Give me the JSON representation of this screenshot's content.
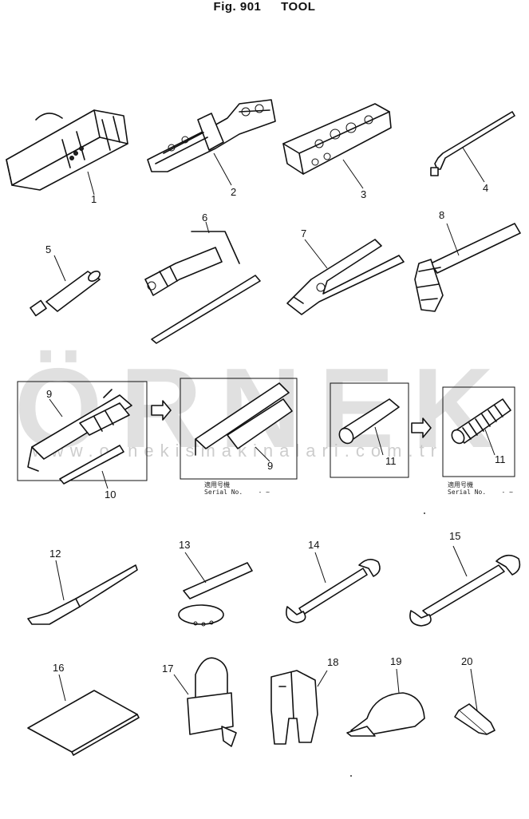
{
  "figure": {
    "label": "Fig. 901",
    "title": "TOOL"
  },
  "watermark": {
    "text": "ÖRNEK",
    "url": "www.ornekismakinalari.com.tr",
    "color": "#c8c8c8",
    "accent": "#f2d97a"
  },
  "callouts": [
    "1",
    "2",
    "3",
    "4",
    "5",
    "6",
    "7",
    "8",
    "9",
    "10",
    "11",
    "9",
    "11",
    "12",
    "13",
    "14",
    "15",
    "16",
    "17",
    "18",
    "19",
    "20"
  ],
  "serial": {
    "jp": "適用号機",
    "en": "Serial  No.",
    "range": "- ~"
  }
}
